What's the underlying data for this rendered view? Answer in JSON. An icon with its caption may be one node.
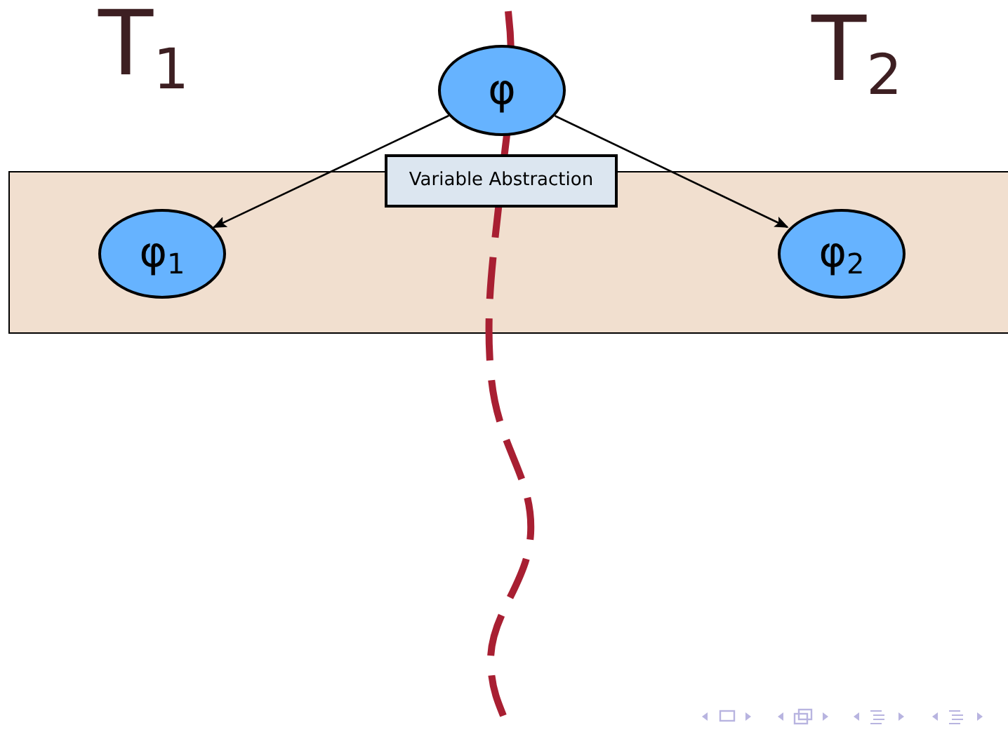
{
  "diagram": {
    "nodes": [
      {
        "text": [],
        "shape": "box"
      },
      {
        "text": [
          "φ"
        ]
      },
      {
        "text": [
          "φ$_{1}$"
        ],
        "in": 0
      },
      {
        "text": [
          "φ$_{2}$"
        ],
        "in": 0
      },
      {
        "text": [
          "Variable Abstraction"
        ]
      }
    ],
    "edges": [
      {
        "from": 1,
        "to": 2,
        "arrow": "to"
      },
      {
        "from": 1,
        "to": 3,
        "arrow": "to"
      }
    ],
    "labels": [
      "T$_{1}$",
      "T$_{2}$"
    ]
  }
}
